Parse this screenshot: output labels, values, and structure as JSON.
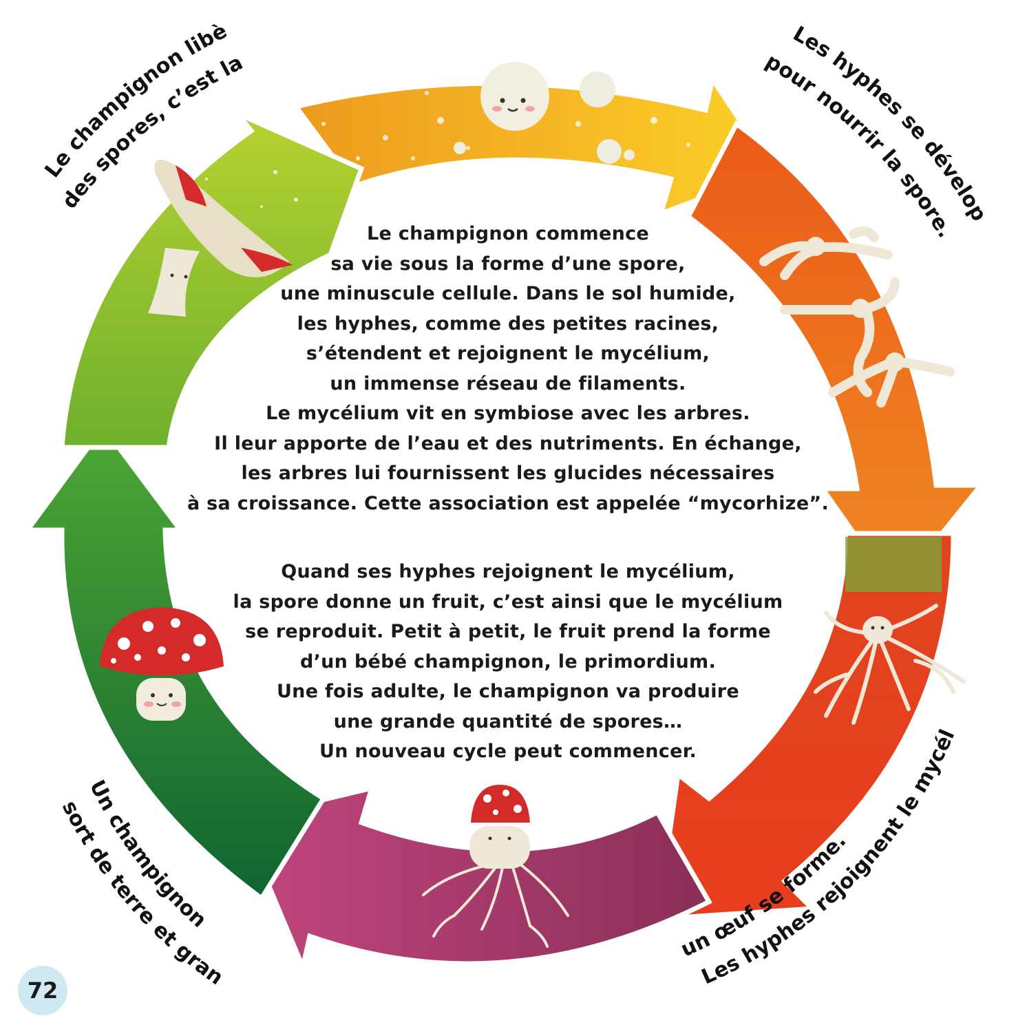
{
  "stages": [
    {
      "label_lines": [
        "Les hyphes se développent",
        "pour nourrir la spore."
      ],
      "color": "#ed7d22"
    },
    {
      "label_lines": [
        "Les hyphes rejoignent le mycélium,",
        "un œuf se forme."
      ],
      "color": "#e24a22"
    },
    {
      "label_lines": [
        "Un champignon",
        "sort de terre et grandit."
      ],
      "color": "#a8386f"
    },
    {
      "label_lines": [
        "Le champignon libère",
        "des spores, c’est la sporée."
      ],
      "color": "#7fbf2c"
    }
  ],
  "center_text": {
    "paragraph1": [
      "Le champignon commence",
      "sa vie sous la forme d’une spore,",
      "une minuscule cellule. Dans le sol humide,",
      "les hyphes, comme des petites racines,",
      "s’étendent et rejoignent le mycélium,",
      "un immense réseau de filaments.",
      "Le mycélium vit en symbiose avec les arbres.",
      "Il leur apporte de l’eau et des nutriments. En échange,",
      "les arbres lui fournissent les glucides nécessaires",
      "à sa croissance. Cette association est appelée “mycorhize”."
    ],
    "paragraph2": [
      "Quand ses hyphes rejoignent le mycélium,",
      "la spore donne un fruit, c’est ainsi que le mycélium",
      "se reproduit. Petit à petit, le fruit prend la forme",
      "d’un bébé champignon, le primordium.",
      "Une fois adulte, le champignon va produire",
      "une grande quantité de spores…",
      "Un nouveau cycle peut commencer."
    ]
  },
  "page_number": "72",
  "colors": {
    "yellow": "#f5a623",
    "orange": "#ed7d22",
    "red": "#e24a22",
    "purple": "#a8386f",
    "dark_green": "#1f7a34",
    "light_green": "#7fbf2c",
    "mushroom_red": "#d42a2a",
    "page_badge": "#cfe9f4"
  },
  "icons": [
    "spore-character-icon",
    "hyphae-character-icon",
    "mycelium-egg-icon",
    "primordium-icon",
    "young-mushroom-icon",
    "sporulating-mushroom-icon"
  ]
}
